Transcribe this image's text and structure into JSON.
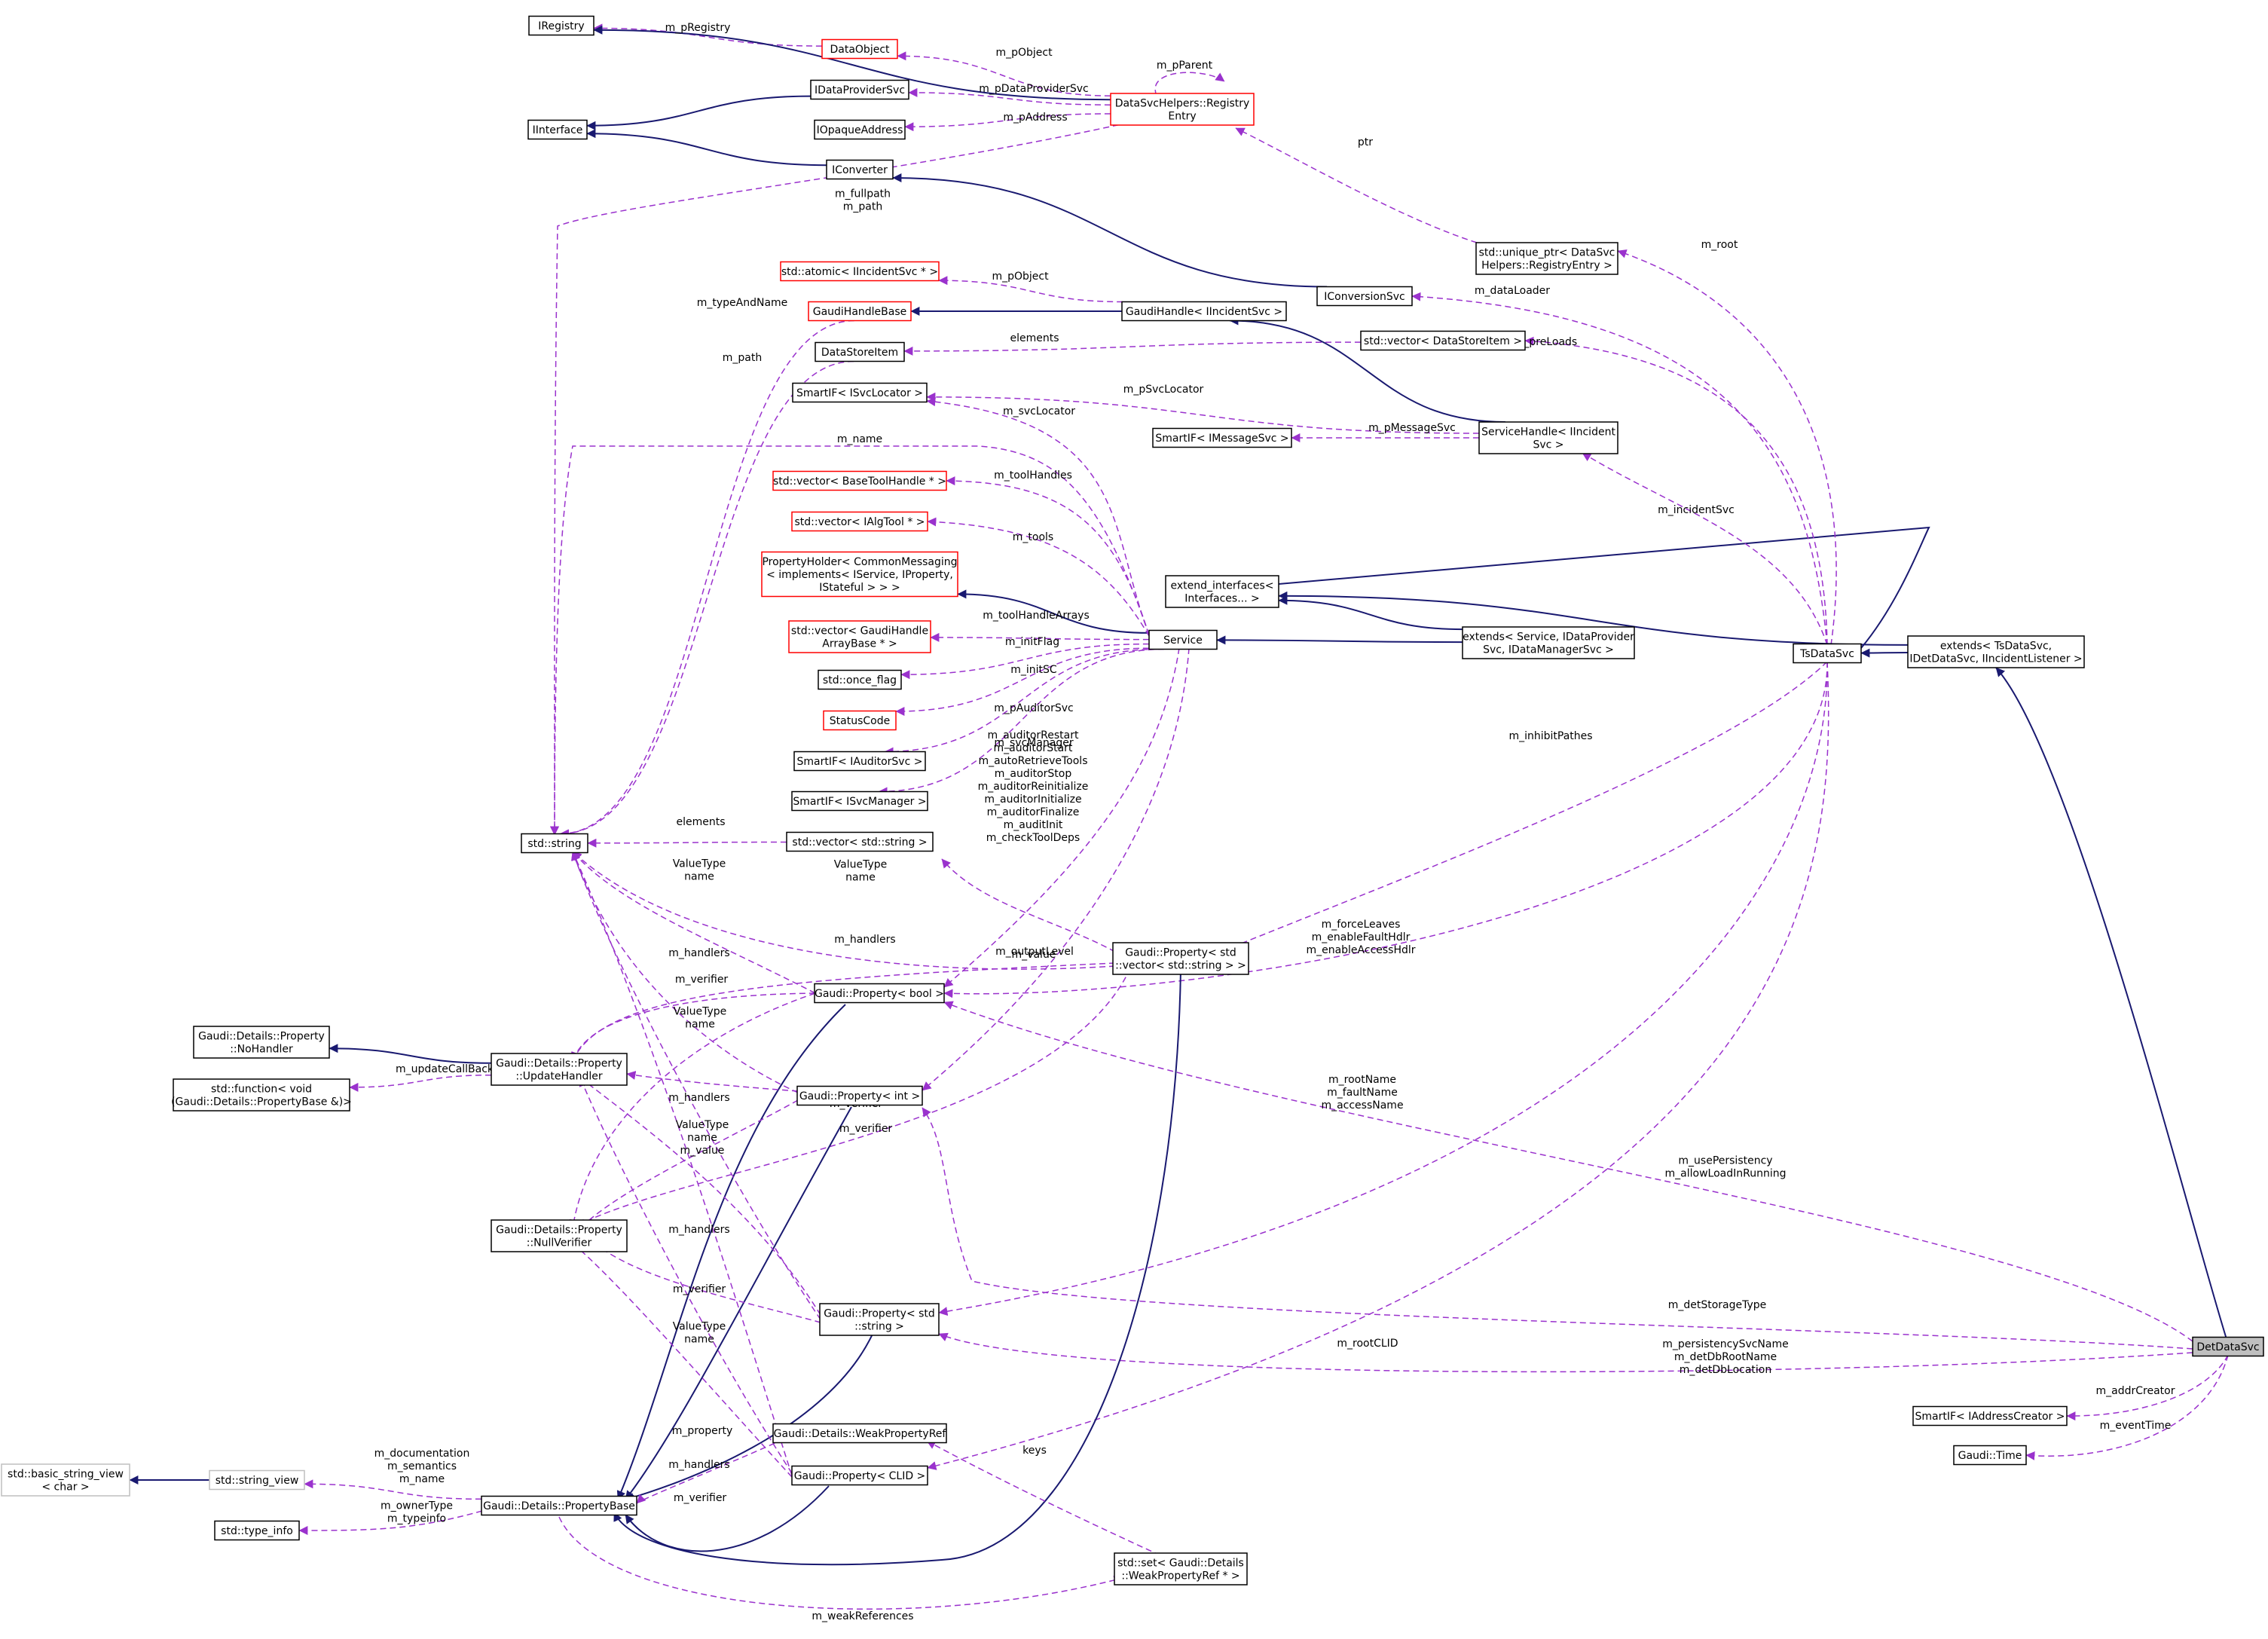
{
  "nodes": {
    "iregistry": {
      "lines": [
        "IRegistry"
      ],
      "style": "black"
    },
    "dataobject": {
      "lines": [
        "DataObject"
      ],
      "style": "red"
    },
    "idataprovidersvc": {
      "lines": [
        "IDataProviderSvc"
      ],
      "style": "black"
    },
    "iinterface": {
      "lines": [
        "IInterface"
      ],
      "style": "black"
    },
    "iopaqueaddress": {
      "lines": [
        "IOpaqueAddress"
      ],
      "style": "black"
    },
    "iconverter": {
      "lines": [
        "IConverter"
      ],
      "style": "black"
    },
    "registryentry": {
      "lines": [
        "DataSvcHelpers::Registry",
        "Entry"
      ],
      "style": "red"
    },
    "uniqueptr": {
      "lines": [
        "std::unique_ptr< DataSvc",
        "Helpers::RegistryEntry >"
      ],
      "style": "black"
    },
    "atomic": {
      "lines": [
        "std::atomic< IIncidentSvc * >"
      ],
      "style": "red"
    },
    "gaudihandlebase": {
      "lines": [
        "GaudiHandleBase"
      ],
      "style": "red"
    },
    "gaudihandle": {
      "lines": [
        "GaudiHandle< IIncidentSvc >"
      ],
      "style": "black"
    },
    "iconversionsvc": {
      "lines": [
        "IConversionSvc"
      ],
      "style": "black"
    },
    "datastoreitem": {
      "lines": [
        "DataStoreItem"
      ],
      "style": "black"
    },
    "vecdatastoreitem": {
      "lines": [
        "std::vector< DataStoreItem >"
      ],
      "style": "black"
    },
    "smartifsvclocator": {
      "lines": [
        "SmartIF< ISvcLocator >"
      ],
      "style": "black"
    },
    "smartifmessagesvc": {
      "lines": [
        "SmartIF< IMessageSvc >"
      ],
      "style": "black"
    },
    "servicehandle": {
      "lines": [
        "ServiceHandle< IIncident",
        "Svc >"
      ],
      "style": "black"
    },
    "vecbasetoolhandle": {
      "lines": [
        "std::vector< BaseToolHandle * >"
      ],
      "style": "red"
    },
    "vecialgtool": {
      "lines": [
        "std::vector< IAlgTool * >"
      ],
      "style": "red"
    },
    "propertyholder": {
      "lines": [
        "PropertyHolder< CommonMessaging",
        "< implements< IService, IProperty,",
        "IStateful > > >"
      ],
      "style": "red"
    },
    "extendinterfaces": {
      "lines": [
        "extend_interfaces<",
        "Interfaces... >"
      ],
      "style": "black"
    },
    "vecgaudihandlearray": {
      "lines": [
        "std::vector< GaudiHandle",
        "ArrayBase * >"
      ],
      "style": "red"
    },
    "service": {
      "lines": [
        "Service"
      ],
      "style": "black"
    },
    "extendsservice": {
      "lines": [
        "extends< Service, IDataProvider",
        "Svc, IDataManagerSvc >"
      ],
      "style": "black"
    },
    "tsdatasvc": {
      "lines": [
        "TsDataSvc"
      ],
      "style": "black"
    },
    "extendstsdatasvc": {
      "lines": [
        "extends< TsDataSvc,",
        "IDetDataSvc, IIncidentListener >"
      ],
      "style": "black"
    },
    "onceflag": {
      "lines": [
        "std::once_flag"
      ],
      "style": "black"
    },
    "statuscode": {
      "lines": [
        "StatusCode"
      ],
      "style": "red"
    },
    "smartifauditorsvc": {
      "lines": [
        "SmartIF< IAuditorSvc >"
      ],
      "style": "black"
    },
    "smartifsvcmanager": {
      "lines": [
        "SmartIF< ISvcManager >"
      ],
      "style": "black"
    },
    "stdstring": {
      "lines": [
        "std::string"
      ],
      "style": "black"
    },
    "vecstring": {
      "lines": [
        "std::vector< std::string >"
      ],
      "style": "black"
    },
    "propvecstring": {
      "lines": [
        "Gaudi::Property< std",
        "::vector< std::string > >"
      ],
      "style": "black"
    },
    "propbool": {
      "lines": [
        "Gaudi::Property< bool >"
      ],
      "style": "black"
    },
    "nohandler": {
      "lines": [
        "Gaudi::Details::Property",
        "::NoHandler"
      ],
      "style": "black"
    },
    "updatehandler": {
      "lines": [
        "Gaudi::Details::Property",
        "::UpdateHandler"
      ],
      "style": "black"
    },
    "stdfunction": {
      "lines": [
        "std::function< void",
        "(Gaudi::Details::PropertyBase &)>"
      ],
      "style": "black"
    },
    "propint": {
      "lines": [
        "Gaudi::Property< int >"
      ],
      "style": "black"
    },
    "nullverifier": {
      "lines": [
        "Gaudi::Details::Property",
        "::NullVerifier"
      ],
      "style": "black"
    },
    "propstring": {
      "lines": [
        "Gaudi::Property< std",
        "::string >"
      ],
      "style": "black"
    },
    "weakpropref": {
      "lines": [
        "Gaudi::Details::WeakPropertyRef"
      ],
      "style": "black"
    },
    "basicstringview": {
      "lines": [
        "std::basic_string_view",
        "< char >"
      ],
      "style": "gray"
    },
    "stringview": {
      "lines": [
        "std::string_view"
      ],
      "style": "gray"
    },
    "propclid": {
      "lines": [
        "Gaudi::Property< CLID >"
      ],
      "style": "black"
    },
    "propertybase": {
      "lines": [
        "Gaudi::Details::PropertyBase"
      ],
      "style": "black"
    },
    "typeinfo": {
      "lines": [
        "std::type_info"
      ],
      "style": "black"
    },
    "setweakpropref": {
      "lines": [
        "std::set< Gaudi::Details",
        "::WeakPropertyRef * >"
      ],
      "style": "black"
    },
    "smartifaddrcreator": {
      "lines": [
        "SmartIF< IAddressCreator >"
      ],
      "style": "black"
    },
    "gauditime": {
      "lines": [
        "Gaudi::Time"
      ],
      "style": "black"
    },
    "detdatasvc": {
      "lines": [
        "DetDataSvc"
      ],
      "style": "focus"
    }
  },
  "edges": [
    {
      "from": "dataobject",
      "to": "iregistry",
      "kind": "usage",
      "label": [
        "m_pRegistry"
      ]
    },
    {
      "from": "idataprovidersvc",
      "to": "iinterface",
      "kind": "inherit",
      "label": []
    },
    {
      "from": "iconverter",
      "to": "iinterface",
      "kind": "inherit",
      "label": []
    },
    {
      "from": "registryentry",
      "to": "iregistry",
      "kind": "inherit",
      "label": []
    },
    {
      "from": "registryentry",
      "to": "dataobject",
      "kind": "usage",
      "label": [
        "m_pObject"
      ]
    },
    {
      "from": "registryentry",
      "to": "idataprovidersvc",
      "kind": "usage",
      "label": [
        "m_pDataProviderSvc"
      ]
    },
    {
      "from": "registryentry",
      "to": "iopaqueaddress",
      "kind": "usage",
      "label": [
        "m_pAddress"
      ]
    },
    {
      "from": "registryentry",
      "to": "registryentry",
      "kind": "usage",
      "label": [
        "m_pParent"
      ]
    },
    {
      "from": "registryentry",
      "to": "stdstring",
      "kind": "usage",
      "label": [
        "m_fullpath",
        "m_path"
      ]
    },
    {
      "from": "uniqueptr",
      "to": "registryentry",
      "kind": "usage",
      "label": [
        "ptr"
      ]
    },
    {
      "from": "iconversionsvc",
      "to": "iconverter",
      "kind": "inherit",
      "label": []
    },
    {
      "from": "gaudihandle",
      "to": "gaudihandlebase",
      "kind": "inherit",
      "label": []
    },
    {
      "from": "gaudihandle",
      "to": "atomic",
      "kind": "usage",
      "label": [
        "m_pObject"
      ]
    },
    {
      "from": "gaudihandlebase",
      "to": "stdstring",
      "kind": "usage",
      "label": [
        "m_typeAndName"
      ]
    },
    {
      "from": "vecdatastoreitem",
      "to": "datastoreitem",
      "kind": "usage",
      "label": [
        "elements"
      ]
    },
    {
      "from": "datastoreitem",
      "to": "stdstring",
      "kind": "usage",
      "label": [
        "m_path"
      ]
    },
    {
      "from": "servicehandle",
      "to": "gaudihandle",
      "kind": "inherit",
      "label": []
    },
    {
      "from": "servicehandle",
      "to": "smartifsvclocator",
      "kind": "usage",
      "label": [
        "m_pSvcLocator"
      ]
    },
    {
      "from": "servicehandle",
      "to": "smartifmessagesvc",
      "kind": "usage",
      "label": [
        "m_pMessageSvc"
      ]
    },
    {
      "from": "service",
      "to": "propertyholder",
      "kind": "inherit",
      "label": []
    },
    {
      "from": "service",
      "to": "smartifsvclocator",
      "kind": "usage",
      "label": [
        "m_svcLocator"
      ]
    },
    {
      "from": "service",
      "to": "stdstring",
      "kind": "usage",
      "label": [
        "m_name"
      ]
    },
    {
      "from": "service",
      "to": "vecbasetoolhandle",
      "kind": "usage",
      "label": [
        "m_toolHandles"
      ]
    },
    {
      "from": "service",
      "to": "vecialgtool",
      "kind": "usage",
      "label": [
        "m_tools"
      ]
    },
    {
      "from": "service",
      "to": "vecgaudihandlearray",
      "kind": "usage",
      "label": [
        "m_toolHandleArrays"
      ]
    },
    {
      "from": "service",
      "to": "onceflag",
      "kind": "usage",
      "label": [
        "m_initFlag"
      ]
    },
    {
      "from": "service",
      "to": "statuscode",
      "kind": "usage",
      "label": [
        "m_initSC"
      ]
    },
    {
      "from": "service",
      "to": "smartifauditorsvc",
      "kind": "usage",
      "label": [
        "m_pAuditorSvc"
      ]
    },
    {
      "from": "service",
      "to": "smartifsvcmanager",
      "kind": "usage",
      "label": [
        "m_svcManager"
      ]
    },
    {
      "from": "service",
      "to": "propbool",
      "kind": "usage",
      "label": [
        "m_auditorRestart",
        "m_auditorStart",
        "m_autoRetrieveTools",
        "m_auditorStop",
        "m_auditorReinitialize",
        "m_auditorInitialize",
        "m_auditorFinalize",
        "m_auditInit",
        "m_checkToolDeps"
      ]
    },
    {
      "from": "service",
      "to": "propint",
      "kind": "usage",
      "label": [
        "m_outputLevel"
      ]
    },
    {
      "from": "extendsservice",
      "to": "service",
      "kind": "inherit",
      "label": []
    },
    {
      "from": "extendsservice",
      "to": "extendinterfaces",
      "kind": "inherit",
      "label": []
    },
    {
      "from": "tsdatasvc",
      "to": "extendsservice",
      "kind": "inherit",
      "label": []
    },
    {
      "from": "tsdatasvc",
      "to": "uniqueptr",
      "kind": "usage",
      "label": [
        "m_root"
      ]
    },
    {
      "from": "tsdatasvc",
      "to": "iconversionsvc",
      "kind": "usage",
      "label": [
        "m_dataLoader"
      ]
    },
    {
      "from": "tsdatasvc",
      "to": "vecdatastoreitem",
      "kind": "usage",
      "label": [
        "m_preLoads"
      ]
    },
    {
      "from": "tsdatasvc",
      "to": "servicehandle",
      "kind": "usage",
      "label": [
        "m_incidentSvc"
      ]
    },
    {
      "from": "tsdatasvc",
      "to": "propvecstring",
      "kind": "usage",
      "label": [
        "m_inhibitPathes"
      ]
    },
    {
      "from": "tsdatasvc",
      "to": "propbool",
      "kind": "usage",
      "label": [
        "m_forceLeaves",
        "m_enableFaultHdlr",
        "m_enableAccessHdlr"
      ]
    },
    {
      "from": "tsdatasvc",
      "to": "propstring",
      "kind": "usage",
      "label": [
        "m_rootName",
        "m_faultName",
        "m_accessName"
      ]
    },
    {
      "from": "tsdatasvc",
      "to": "propclid",
      "kind": "usage",
      "label": [
        "m_rootCLID"
      ]
    },
    {
      "from": "extendstsdatasvc",
      "to": "tsdatasvc",
      "kind": "inherit",
      "label": []
    },
    {
      "from": "extendstsdatasvc",
      "to": "extendinterfaces",
      "kind": "inherit",
      "label": []
    },
    {
      "from": "detdatasvc",
      "to": "extendstsdatasvc",
      "kind": "inherit",
      "label": []
    },
    {
      "from": "detdatasvc",
      "to": "propbool",
      "kind": "usage",
      "label": [
        "m_usePersistency",
        "m_allowLoadInRunning"
      ]
    },
    {
      "from": "detdatasvc",
      "to": "propint",
      "kind": "usage",
      "label": [
        "m_detStorageType"
      ]
    },
    {
      "from": "detdatasvc",
      "to": "propstring",
      "kind": "usage",
      "label": [
        "m_persistencySvcName",
        "m_detDbRootName",
        "m_detDbLocation"
      ]
    },
    {
      "from": "detdatasvc",
      "to": "smartifaddrcreator",
      "kind": "usage",
      "label": [
        "m_addrCreator"
      ]
    },
    {
      "from": "detdatasvc",
      "to": "gauditime",
      "kind": "usage",
      "label": [
        "m_eventTime"
      ]
    },
    {
      "from": "vecstring",
      "to": "stdstring",
      "kind": "usage",
      "label": [
        "elements"
      ]
    },
    {
      "from": "propvecstring",
      "to": "vecstring",
      "kind": "usage",
      "label": [
        "m_value"
      ]
    },
    {
      "from": "propvecstring",
      "to": "stdstring",
      "kind": "usage",
      "label": [
        "ValueType",
        "name"
      ]
    },
    {
      "from": "propvecstring",
      "to": "updatehandler",
      "kind": "usage",
      "label": [
        "m_handlers"
      ]
    },
    {
      "from": "propvecstring",
      "to": "nullverifier",
      "kind": "usage",
      "label": [
        "m_verifier"
      ]
    },
    {
      "from": "propvecstring",
      "to": "propertybase",
      "kind": "inherit",
      "label": []
    },
    {
      "from": "propbool",
      "to": "stdstring",
      "kind": "usage",
      "label": [
        "ValueType",
        "name"
      ]
    },
    {
      "from": "propbool",
      "to": "updatehandler",
      "kind": "usage",
      "label": [
        "m_handlers"
      ]
    },
    {
      "from": "propbool",
      "to": "nullverifier",
      "kind": "usage",
      "label": [
        "m_verifier"
      ]
    },
    {
      "from": "propbool",
      "to": "propertybase",
      "kind": "inherit",
      "label": []
    },
    {
      "from": "updatehandler",
      "to": "nohandler",
      "kind": "inherit",
      "label": []
    },
    {
      "from": "updatehandler",
      "to": "stdfunction",
      "kind": "usage",
      "label": [
        "m_updateCallBack"
      ]
    },
    {
      "from": "propint",
      "to": "stdstring",
      "kind": "usage",
      "label": [
        "ValueType",
        "name"
      ]
    },
    {
      "from": "propint",
      "to": "updatehandler",
      "kind": "usage",
      "label": [
        "m_handlers"
      ]
    },
    {
      "from": "propint",
      "to": "nullverifier",
      "kind": "usage",
      "label": [
        "m_verifier"
      ]
    },
    {
      "from": "propint",
      "to": "propertybase",
      "kind": "inherit",
      "label": []
    },
    {
      "from": "propstring",
      "to": "stdstring",
      "kind": "usage",
      "label": [
        "ValueType",
        "name",
        "m_value"
      ]
    },
    {
      "from": "propstring",
      "to": "updatehandler",
      "kind": "usage",
      "label": [
        "m_handlers"
      ]
    },
    {
      "from": "propstring",
      "to": "nullverifier",
      "kind": "usage",
      "label": [
        "m_verifier"
      ]
    },
    {
      "from": "propstring",
      "to": "propertybase",
      "kind": "inherit",
      "label": []
    },
    {
      "from": "weakpropref",
      "to": "propertybase",
      "kind": "usage",
      "label": [
        "m_property"
      ]
    },
    {
      "from": "propclid",
      "to": "stdstring",
      "kind": "usage",
      "label": [
        "ValueType",
        "name"
      ]
    },
    {
      "from": "propclid",
      "to": "updatehandler",
      "kind": "usage",
      "label": [
        "m_handlers"
      ]
    },
    {
      "from": "propclid",
      "to": "nullverifier",
      "kind": "usage",
      "label": [
        "m_verifier"
      ]
    },
    {
      "from": "propclid",
      "to": "propertybase",
      "kind": "inherit",
      "label": []
    },
    {
      "from": "stringview",
      "to": "basicstringview",
      "kind": "inherit",
      "label": []
    },
    {
      "from": "propertybase",
      "to": "stringview",
      "kind": "usage",
      "label": [
        "m_documentation",
        "m_semantics",
        "m_name"
      ]
    },
    {
      "from": "propertybase",
      "to": "typeinfo",
      "kind": "usage",
      "label": [
        "m_ownerType",
        "m_typeinfo"
      ]
    },
    {
      "from": "propertybase",
      "to": "setweakpropref",
      "kind": "usage",
      "label": [
        "m_weakReferences"
      ]
    },
    {
      "from": "setweakpropref",
      "to": "weakpropref",
      "kind": "usage",
      "label": [
        "keys"
      ]
    }
  ]
}
